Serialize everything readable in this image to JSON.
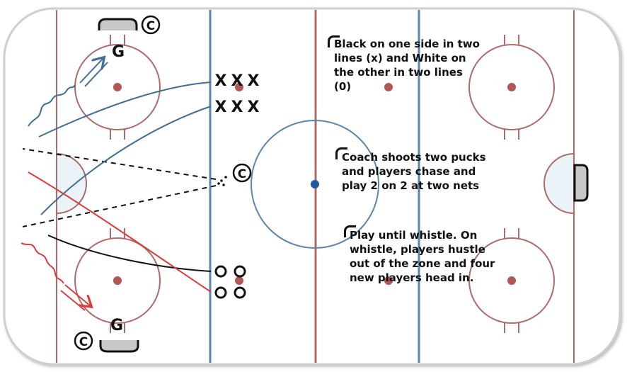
{
  "notes": {
    "setup": "Black on one side in two\nlines (x) and White on\nthe other in two lines\n(0)",
    "drill": "Coach shoots two pucks\nand players chase and\nplay 2 on 2 at two nets",
    "whistle": "Play until whistle. On\nwhistle, players hustle\nout of the zone and four\nnew players head in."
  },
  "markers": {
    "goalie": "G",
    "coach": "C",
    "x_player": "X",
    "o_player": "O"
  },
  "colors": {
    "red_line": "#b06a6a",
    "blue_line": "#5b85ad",
    "black_path": "#111111",
    "red_path": "#e03a3a",
    "blue_path": "#3f6f97",
    "center_dot": "#1f56a5",
    "goal_crease": "#e9f3f8"
  }
}
